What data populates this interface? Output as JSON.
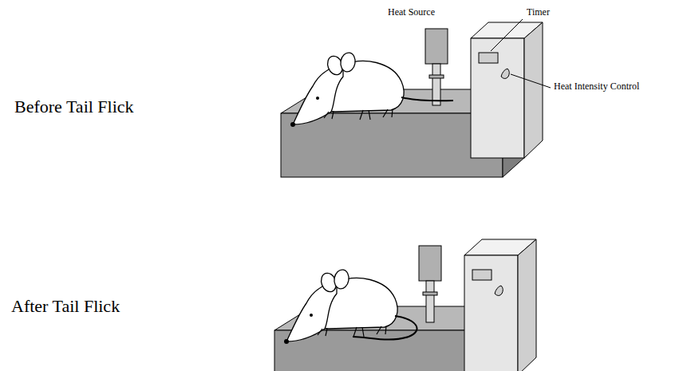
{
  "diagram": {
    "labels": [
      "Before Tail Flick",
      "Heat Source",
      "Timer",
      "Heat Intensity Control",
      "After Tail Flick"
    ]
  }
}
